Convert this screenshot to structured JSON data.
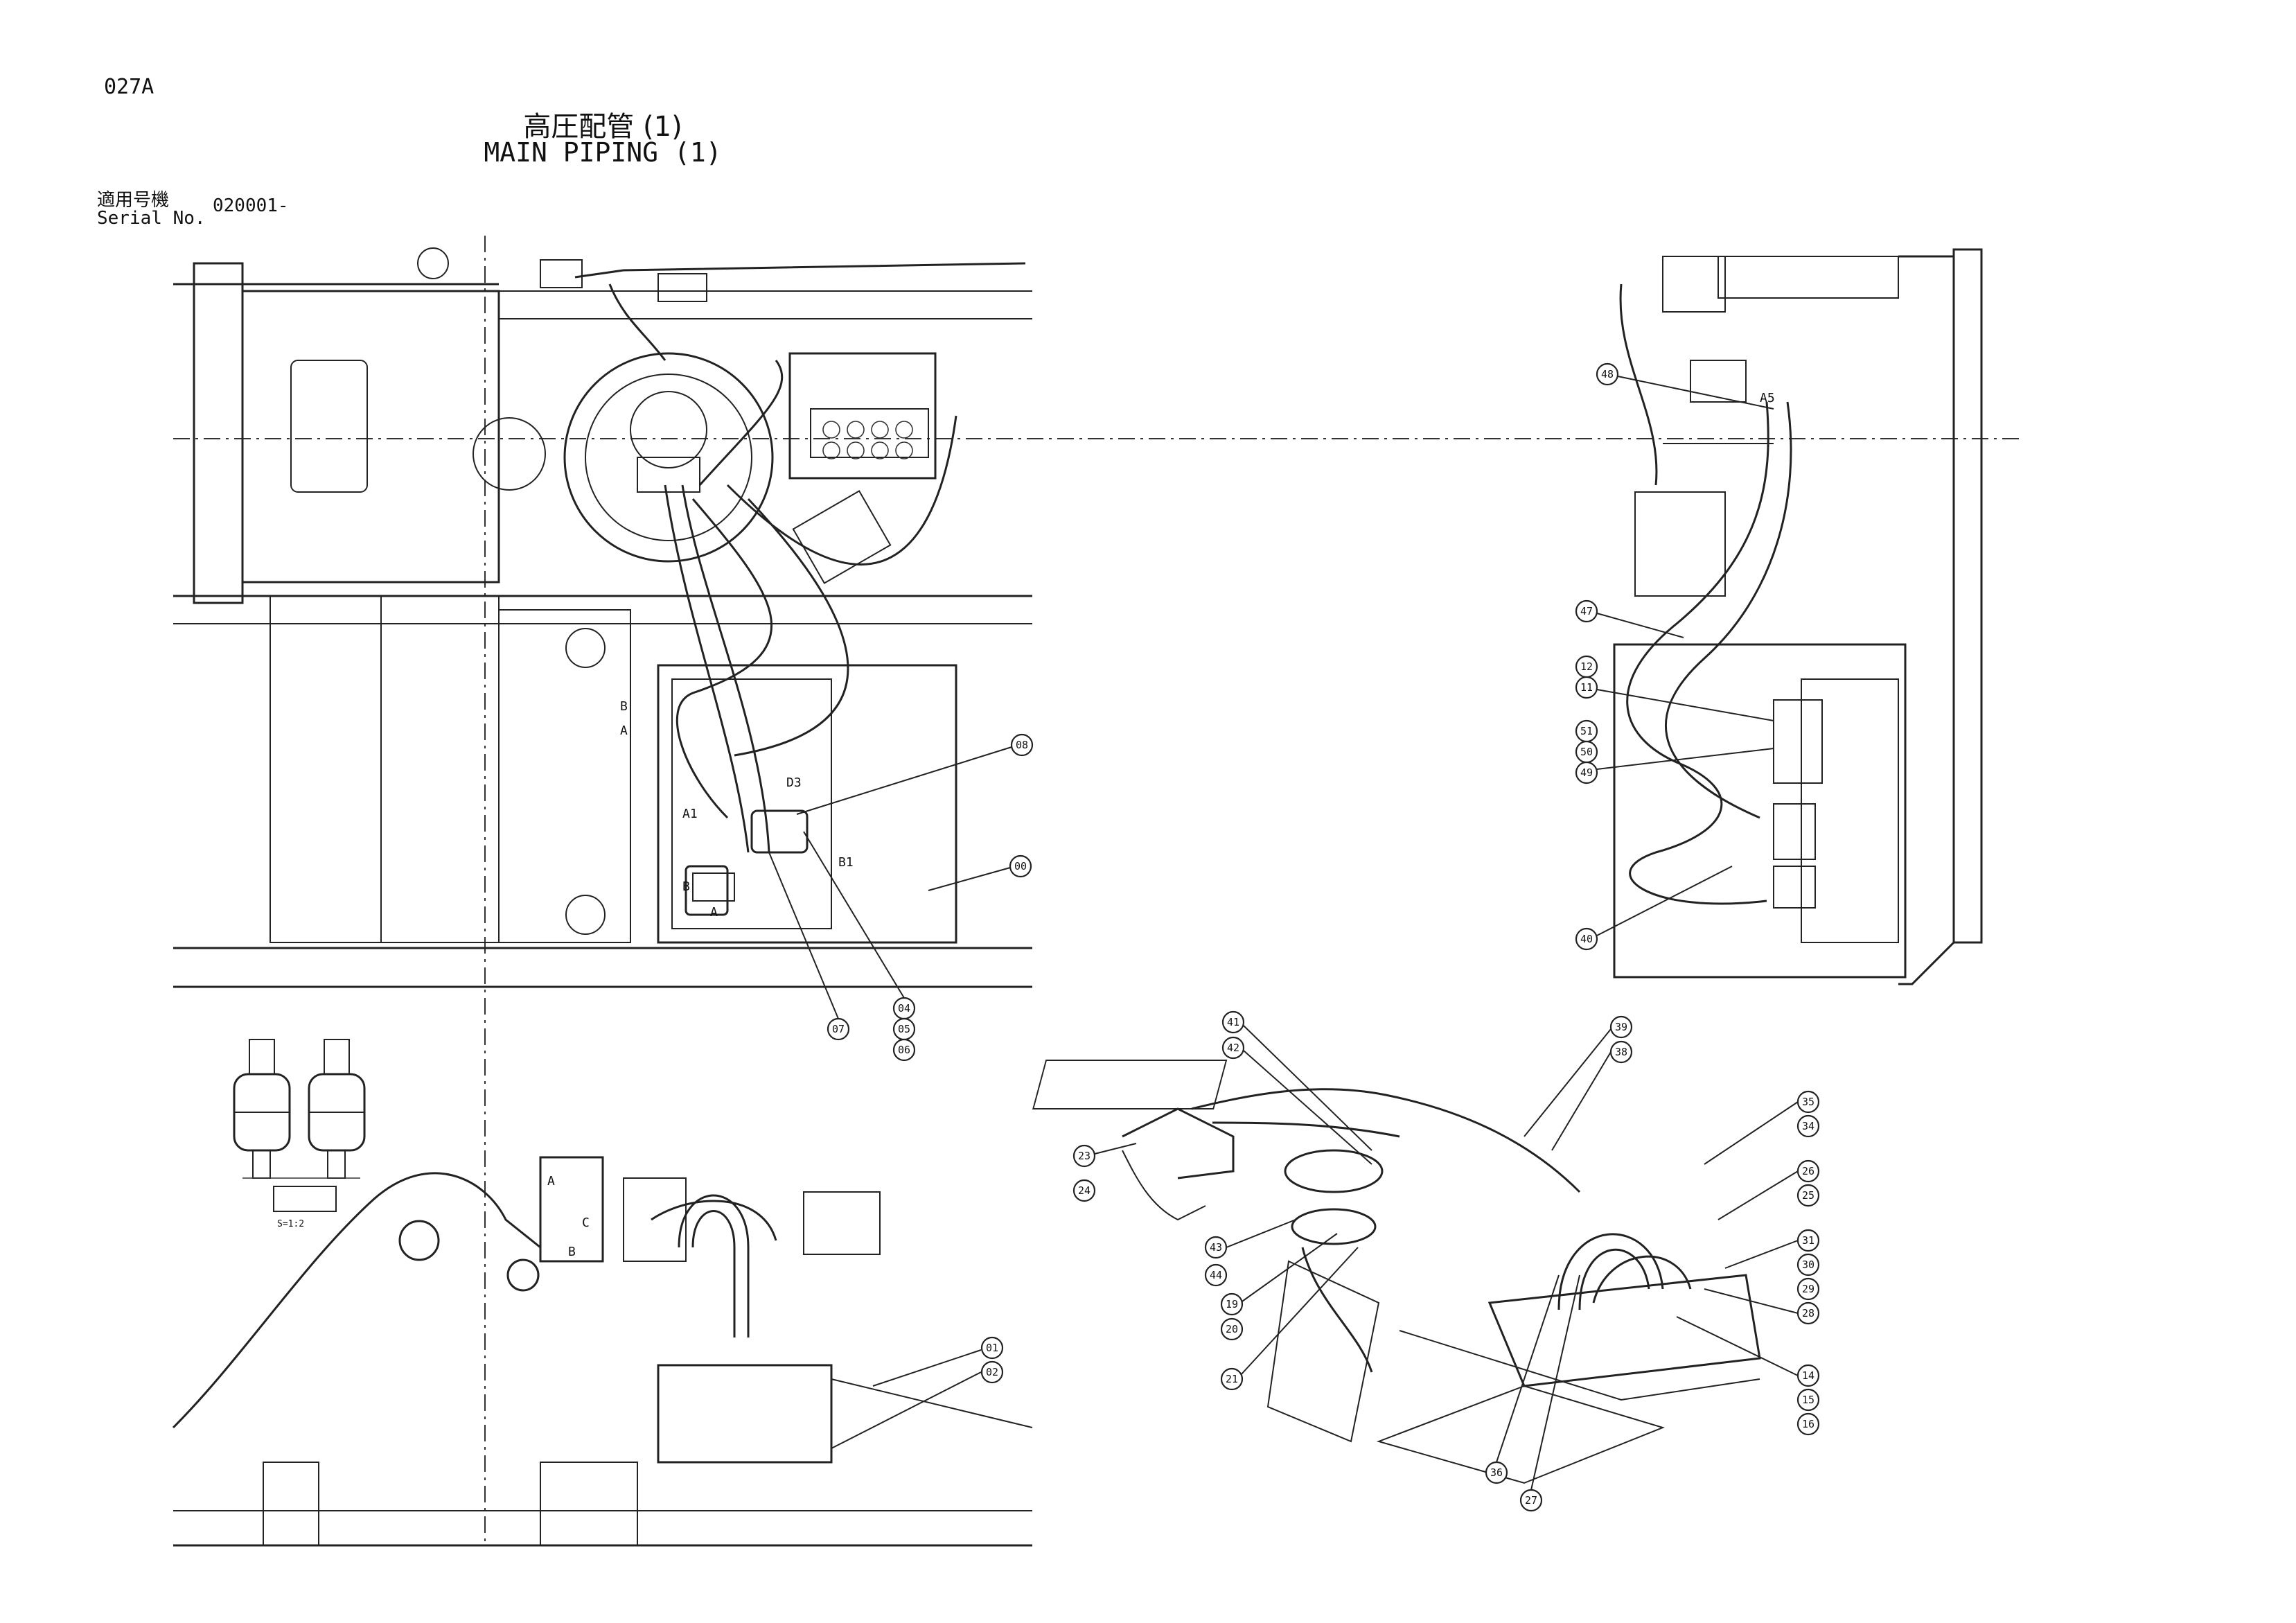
{
  "header": {
    "page_code": "027A",
    "title_ja": "高圧配管 (1)",
    "title_en": "MAIN PIPING (1)",
    "serial_label_ja": "適用号機",
    "serial_label_en": "Serial No.",
    "serial_value": "020001-"
  },
  "callouts": [
    "08",
    "00",
    "07",
    "04",
    "05",
    "06",
    "48",
    "47",
    "12",
    "11",
    "51",
    "50",
    "49",
    "40",
    "41",
    "42",
    "23",
    "24",
    "43",
    "44",
    "19",
    "20",
    "21",
    "39",
    "38",
    "35",
    "34",
    "26",
    "25",
    "31",
    "30",
    "29",
    "28",
    "14",
    "15",
    "16",
    "36",
    "27",
    "01",
    "02"
  ],
  "port_labels": [
    "B",
    "A",
    "A1",
    "D3",
    "B1",
    "A",
    "B",
    "A5",
    "A",
    "C",
    "B"
  ],
  "inset": {
    "scale": "S=1:2"
  }
}
